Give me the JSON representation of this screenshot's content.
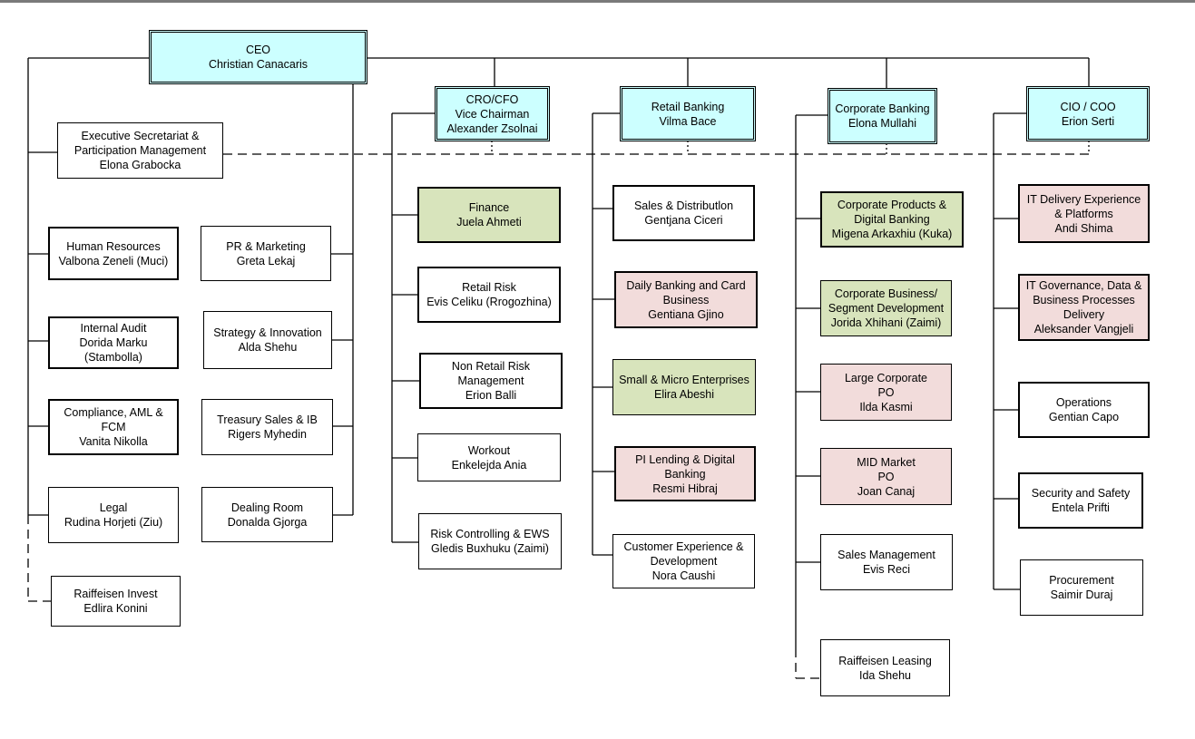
{
  "colors": {
    "executive_fill": "#ccffff",
    "green_fill": "#d8e4bc",
    "pink_fill": "#f2dcdb",
    "line": "#000000"
  },
  "ceo": {
    "label": "CEO\nChristian Canacaris"
  },
  "ceo_staff": {
    "exec_secretariat": "Executive Secretariat &\nParticipation Management\nElona Grabocka",
    "human_resources": "Human Resources\nValbona Zeneli (Muci)",
    "internal_audit": "Internal Audit\nDorida Marku\n(Stambolla)",
    "compliance": "Compliance, AML &\nFCM\nVanita Nikolla",
    "legal": "Legal\nRudina Horjeti (Ziu)",
    "raiffeisen_invest": "Raiffeisen Invest\nEdlira Konini",
    "pr_marketing": "PR & Marketing\nGreta Lekaj",
    "strategy": "Strategy & Innovation\nAlda Shehu",
    "treasury_sales": "Treasury Sales & IB\nRigers Myhedin",
    "dealing_room": "Dealing Room\nDonalda Gjorga"
  },
  "cro": {
    "head": "CRO/CFO\nVice Chairman\nAlexander Zsolnai",
    "finance": "Finance\nJuela Ahmeti",
    "retail_risk": "Retail Risk\nEvis Celiku (Rrogozhina)",
    "non_retail_risk": "Non Retail Risk\nManagement\nErion Balli",
    "workout": "Workout\nEnkelejda Ania",
    "risk_controlling": "Risk Controlling & EWS\nGledis Buxhuku (Zaimi)"
  },
  "retail": {
    "head": "Retail Banking\nVilma Bace",
    "sales_distribution": "Sales & Distributlon\nGentjana Ciceri",
    "daily_banking": "Daily Banking and Card\nBusiness\nGentiana Gjino",
    "small_micro": "Small & Micro Enterprises\nElira Abeshi",
    "pi_lending": "PI Lending & Digital\nBanking\nResmi Hibraj",
    "customer_experience": "Customer Experience &\nDevelopment\nNora Caushi"
  },
  "corporate": {
    "head": "Corporate Banking\nElona Mullahi",
    "corp_products": "Corporate Products &\nDigital Banking\nMigena Arkaxhiu (Kuka)",
    "corp_business": "Corporate Business/\nSegment Development\nJorida Xhihani (Zaimi)",
    "large_corporate": "Large Corporate\nPO\nIlda Kasmi",
    "mid_market": "MID Market\nPO\nJoan Canaj",
    "sales_management": "Sales Management\nEvis Reci",
    "raiffeisen_leasing": "Raiffeisen Leasing\nIda Shehu"
  },
  "cio": {
    "head": "CIO / COO\nErion Serti",
    "it_delivery": "IT Delivery Experience\n& Platforms\nAndi Shima",
    "it_governance": "IT Governance, Data &\nBusiness Processes\nDelivery\nAleksander Vangjeli",
    "operations": "Operations\nGentian Capo",
    "security": "Security and Safety\nEntela Prifti",
    "procurement": "Procurement\nSaimir Duraj"
  }
}
